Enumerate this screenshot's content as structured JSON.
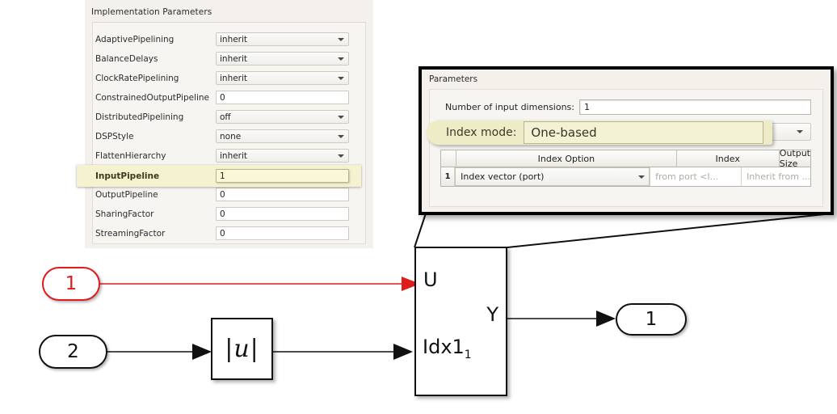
{
  "impl_panel": {
    "title": "Implementation Parameters",
    "rows": [
      {
        "label": "AdaptivePipelining",
        "value": "inherit",
        "kind": "combo"
      },
      {
        "label": "BalanceDelays",
        "value": "inherit",
        "kind": "combo"
      },
      {
        "label": "ClockRatePipelining",
        "value": "inherit",
        "kind": "combo"
      },
      {
        "label": "ConstrainedOutputPipeline",
        "value": "0",
        "kind": "text"
      },
      {
        "label": "DistributedPipelining",
        "value": "off",
        "kind": "combo"
      },
      {
        "label": "DSPStyle",
        "value": "none",
        "kind": "combo"
      },
      {
        "label": "FlattenHierarchy",
        "value": "inherit",
        "kind": "combo"
      },
      {
        "label": "InputPipeline",
        "value": "1",
        "kind": "text",
        "highlighted": true
      },
      {
        "label": "OutputPipeline",
        "value": "0",
        "kind": "text"
      },
      {
        "label": "SharingFactor",
        "value": "0",
        "kind": "text"
      },
      {
        "label": "StreamingFactor",
        "value": "0",
        "kind": "text"
      }
    ]
  },
  "param_dialog": {
    "title": "Parameters",
    "num_dims_label": "Number of input dimensions:",
    "num_dims_value": "1",
    "index_mode_label": "Index mode:",
    "index_mode_value": "One-based",
    "table": {
      "headers": [
        "",
        "Index Option",
        "Index",
        "Output Size"
      ],
      "rows": [
        {
          "num": "1",
          "option": "Index vector (port)",
          "index_placeholder": "from port <I...",
          "output_size_placeholder": "Inherit from ..."
        }
      ]
    }
  },
  "diagram": {
    "inport_1_label": "1",
    "inport_2_label": "2",
    "abs_block_glyph": "|u|",
    "selector_block": {
      "input_port_u": "U",
      "output_port_y": "Y",
      "input_port_idx": "Idx1",
      "input_port_idx_sub": "1"
    },
    "outport_1_label": "1",
    "highlight_color": "#e01b1b",
    "signal_color": "#111111"
  }
}
